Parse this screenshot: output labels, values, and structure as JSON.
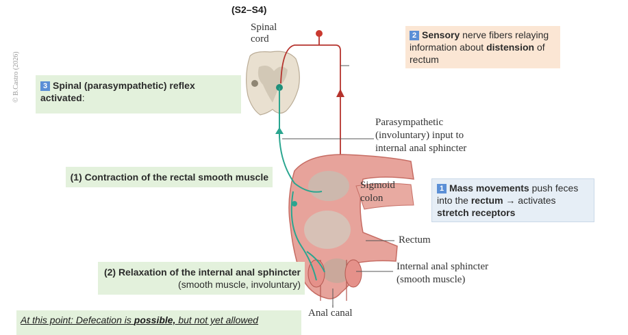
{
  "level": "(S2–S4)",
  "copyright": "© B.Castro (2026)",
  "labels": {
    "spinal_cord_line1": "Spinal",
    "spinal_cord_line2": "cord",
    "parasympathetic_line1": "Parasympathetic",
    "parasympathetic_line2": "(involuntary) input to",
    "parasympathetic_line3": "internal anal sphincter",
    "sigmoid_line1": "Sigmoid",
    "sigmoid_line2": "colon",
    "rectum": "Rectum",
    "ias_line1": "Internal anal sphincter",
    "ias_line2": "(smooth muscle)",
    "anal_canal": "Anal canal"
  },
  "boxes": {
    "sensory": {
      "number": "2",
      "bold1": "Sensory",
      "text1": " nerve fibers relaying information about ",
      "bold2": "distension",
      "text2": " of rectum"
    },
    "reflex": {
      "number": "3",
      "bold1": "Spinal (parasympathetic) reflex activated",
      "text1": ":"
    },
    "mass": {
      "number": "1",
      "bold1": "Mass movements",
      "text1": " push feces into the ",
      "bold2": "rectum",
      "text2": " → activates ",
      "bold3": "stretch receptors"
    },
    "contraction": {
      "bold1": "(1) Contraction of the rectal smooth muscle"
    },
    "relaxation": {
      "bold1": "(2) Relaxation of the internal anal sphincter",
      "text1": " (smooth muscle, involuntary)"
    }
  },
  "footer": {
    "prefix": "At this point: Defecation is ",
    "bold": "possible,",
    "suffix": " but not yet allowed"
  },
  "colors": {
    "green_box": "#e3f1dc",
    "peach_box": "#fbe6d4",
    "blue_box": "#e6eef6",
    "nerve_red": "#b5322c",
    "nerve_teal": "#2aa58f",
    "badge": "#5b8fd6"
  }
}
